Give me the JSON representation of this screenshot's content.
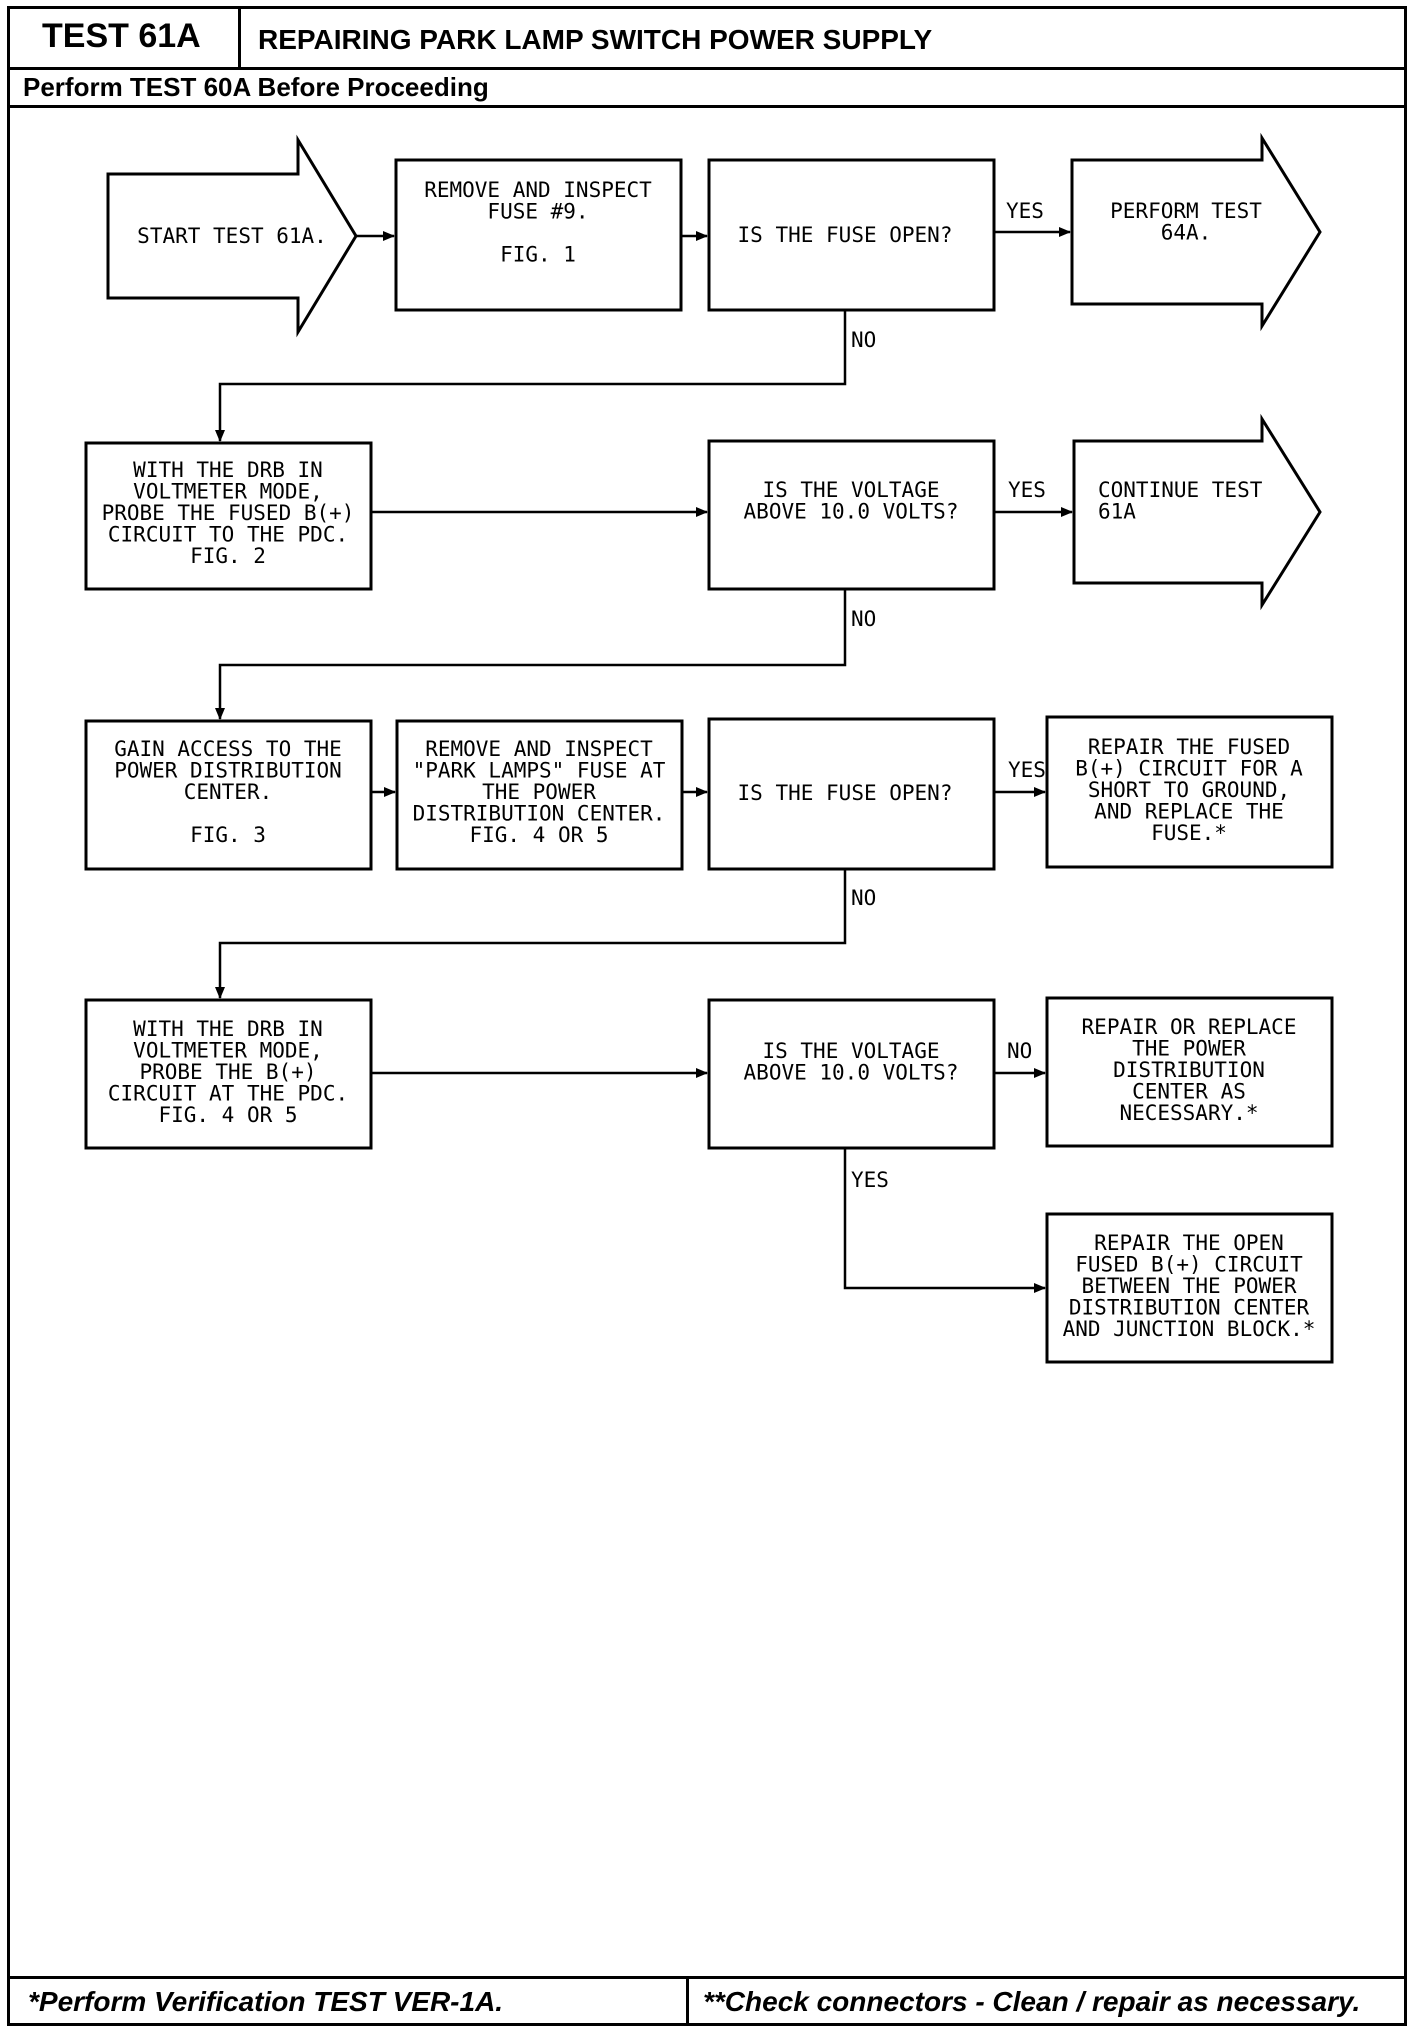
{
  "header": {
    "test_id": "TEST 61A",
    "title": "REPAIRING PARK LAMP SWITCH POWER SUPPLY",
    "prerequisite": "Perform TEST 60A Before Proceeding"
  },
  "flowchart": {
    "start": [
      "START TEST 61A."
    ],
    "remove_fuse9": [
      "REMOVE AND INSPECT",
      "FUSE #9.",
      "",
      "FIG. 1"
    ],
    "q_fuse_open_1": [
      "IS THE FUSE OPEN?"
    ],
    "perform_64a": [
      "PERFORM TEST",
      "64A."
    ],
    "probe_fused_bplus": [
      "WITH THE DRB IN",
      "VOLTMETER MODE,",
      "PROBE THE FUSED B(+)",
      "CIRCUIT TO THE PDC.",
      "FIG. 2"
    ],
    "q_voltage_1": [
      "IS THE VOLTAGE",
      "ABOVE 10.0 VOLTS?"
    ],
    "continue_61a": [
      "CONTINUE TEST",
      "61A"
    ],
    "gain_access_pdc": [
      "GAIN ACCESS TO THE",
      "POWER DISTRIBUTION",
      "CENTER.",
      "",
      "FIG. 3"
    ],
    "remove_park_fuse": [
      "REMOVE AND INSPECT",
      "\"PARK LAMPS\" FUSE AT",
      "THE POWER",
      "DISTRIBUTION CENTER.",
      "FIG. 4 OR 5"
    ],
    "q_fuse_open_2": [
      "IS THE FUSE OPEN?"
    ],
    "repair_short": [
      "REPAIR THE FUSED",
      "B(+) CIRCUIT FOR A",
      "SHORT TO GROUND,",
      "AND REPLACE THE",
      "FUSE.*"
    ],
    "probe_bplus_pdc": [
      "WITH THE DRB IN",
      "VOLTMETER MODE,",
      "PROBE THE B(+)",
      "CIRCUIT AT THE PDC.",
      "FIG. 4 OR 5"
    ],
    "q_voltage_2": [
      "IS THE VOLTAGE",
      "ABOVE 10.0 VOLTS?"
    ],
    "repair_replace_pdc": [
      "REPAIR OR REPLACE",
      "THE POWER",
      "DISTRIBUTION",
      "CENTER AS",
      "NECESSARY.*"
    ],
    "repair_open": [
      "REPAIR THE OPEN",
      "FUSED B(+) CIRCUIT",
      "BETWEEN THE POWER",
      "DISTRIBUTION CENTER",
      "AND JUNCTION BLOCK.*"
    ],
    "labels": {
      "yes": "YES",
      "no": "NO"
    }
  },
  "footer": {
    "left_note": "*Perform Verification TEST VER-1A.",
    "right_note": "**Check connectors - Clean / repair as necessary."
  }
}
